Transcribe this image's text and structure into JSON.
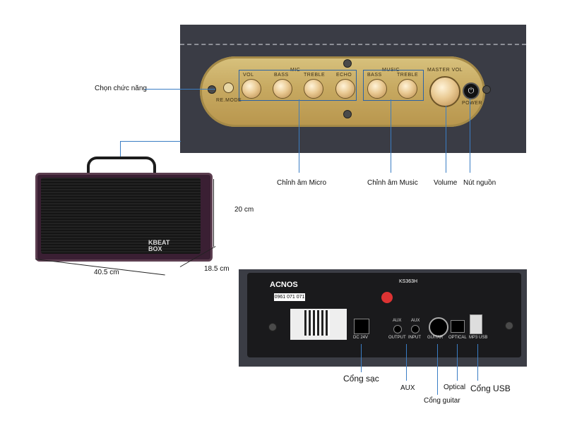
{
  "callouts": {
    "chon_chuc_nang": "Chọn chức năng",
    "chinh_am_micro": "Chỉnh âm Micro",
    "chinh_am_music": "Chỉnh âm Music",
    "volume": "Volume",
    "nut_nguon": "Nút nguồn",
    "cong_sac": "Cổng sạc",
    "aux": "AUX",
    "cong_guitar": "Cổng guitar",
    "optical": "Optical",
    "cong_usb": "Cổng USB"
  },
  "dimensions": {
    "height": "20 cm",
    "width": "40.5 cm",
    "depth": "18.5 cm"
  },
  "top_panel": {
    "mic_group": "MIC",
    "music_group": "MUSIC",
    "master_vol": "MASTER VOL",
    "power": "POWER",
    "remode": "RE.MODE",
    "mic_knobs": [
      "VOL",
      "BASS",
      "TREBLE",
      "ECHO"
    ],
    "music_knobs": [
      "BASS",
      "TREBLE"
    ]
  },
  "speaker": {
    "logo_line1": "KBEAT",
    "logo_line2": "BOX"
  },
  "back_panel": {
    "brand": "ACNOS",
    "model": "KS363H",
    "phone": "0961 071 071",
    "port_dc": "DC 24V",
    "port_aux_out_top": "AUX",
    "port_aux_out": "OUTPUT",
    "port_aux_in_top": "AUX",
    "port_aux_in": "INPUT",
    "port_guitar": "GUITAR",
    "port_optical": "OPTICAL",
    "port_usb": "MP3 USB"
  },
  "colors": {
    "callout_line": "#3a7dc4",
    "gold_plate": "#c7a961",
    "panel": "#3a3c45"
  }
}
